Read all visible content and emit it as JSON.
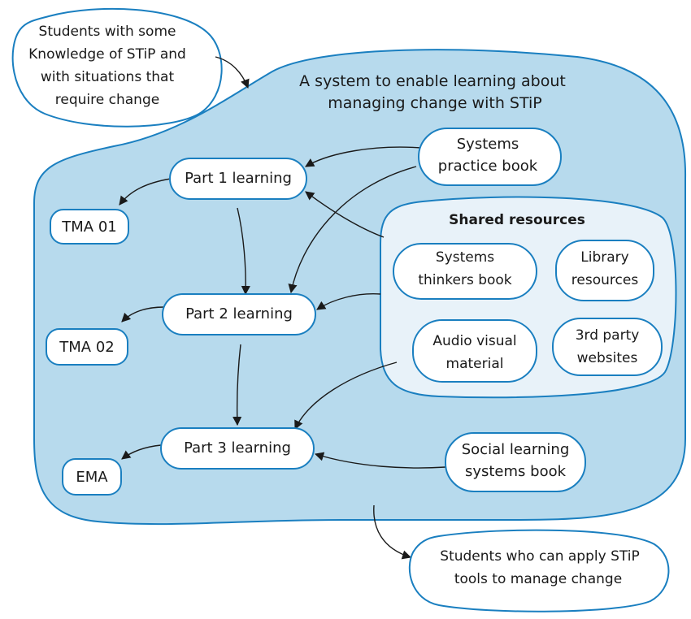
{
  "nodes": {
    "students_in": [
      "Students with some",
      "Knowledge of STiP and",
      "with situations that",
      "require change"
    ],
    "system_title": [
      "A system to enable learning about",
      "managing change with STiP"
    ],
    "part1": "Part 1 learning",
    "part2": "Part 2 learning",
    "part3": "Part 3 learning",
    "tma01": "TMA 01",
    "tma02": "TMA 02",
    "ema": "EMA",
    "systems_practice_book": [
      "Systems",
      "practice book"
    ],
    "shared_resources": "Shared resources",
    "systems_thinkers_book": [
      "Systems",
      "thinkers book"
    ],
    "library_resources": [
      "Library",
      "resources"
    ],
    "audio_visual": [
      "Audio visual",
      "material"
    ],
    "third_party": [
      "3rd party",
      "websites"
    ],
    "social_learning": [
      "Social learning",
      "systems book"
    ],
    "students_out": [
      "Students who can apply STiP",
      "tools to manage change"
    ]
  },
  "colors": {
    "system_fill": "#b7daed",
    "outline": "#1a7fc0",
    "shared_fill": "#e8f2f9",
    "node_fill": "#ffffff",
    "arrow": "#1a1a1a"
  }
}
